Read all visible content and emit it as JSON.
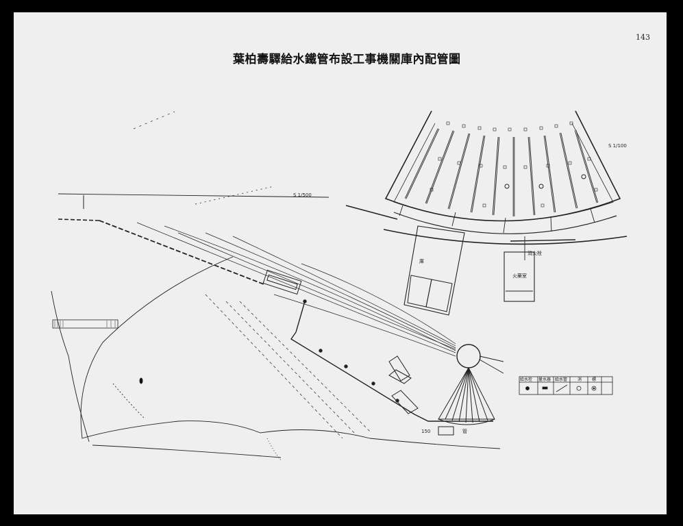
{
  "page": {
    "number": "143",
    "title": "葉柏壽驛給水鐵管布設工事機關庫內配管圖"
  },
  "roundhouse": {
    "scale_note": "S 1/100",
    "lower_left_label": "庫",
    "lower_right_label": "火藥室",
    "hydrant_label": "消火栓"
  },
  "legend": {
    "headers": [
      "給水栓",
      "量水器",
      "給水管",
      "消",
      "標"
    ]
  },
  "annotations": {
    "scale_top": "S 1/500",
    "pipe_note": "管",
    "dim_150": "150"
  }
}
